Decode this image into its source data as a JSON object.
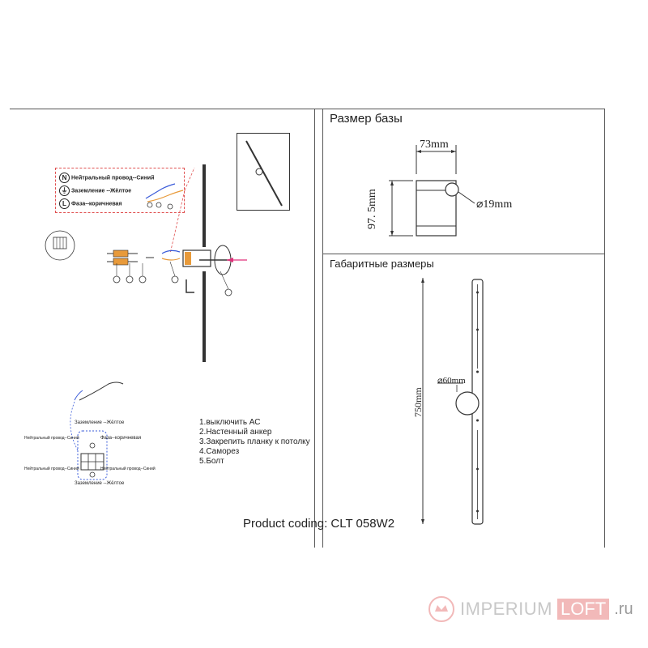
{
  "base_section": {
    "title": "Размер базы",
    "width_label": "73mm",
    "height_label": "97. 5mm",
    "diameter_label": "⌀19mm"
  },
  "overall_section": {
    "title": "Габаритные размеры",
    "length_label": "750mm",
    "diameter_label": "⌀60mm"
  },
  "wiring_legend": {
    "neutral": {
      "symbol": "N",
      "text": "Нейтральный провод--Синий"
    },
    "ground": {
      "symbol": "⏚",
      "text": "Заземление --Жёлтое"
    },
    "phase": {
      "symbol": "L",
      "text": "Фаза--коричневая"
    }
  },
  "terminal_labels": {
    "ground_top": "Заземление --Жёлтое",
    "neutral_left": "Нейтральный провод--Синий",
    "phase_right": "Фаза--коричневая",
    "neutral_left_2": "Нейтральный провод--Синий",
    "neutral_right": "Нейтральный провод--Синий",
    "ground_bottom": "Заземление --Жёлтое"
  },
  "instructions": [
    "1.выключить АС",
    "2.Настенный   анкер",
    "3.Закрепить планку  к  потолку",
    "4.Саморез",
    "5.Болт"
  ],
  "product_coding": "Product coding: CLT 058W2",
  "watermark": {
    "word": "IMPERIUM",
    "loft": "LOFT",
    "domain": ".ru"
  },
  "colors": {
    "line": "#333333",
    "accent_red": "#e05050",
    "accent_magenta": "#e0307a",
    "wire_blue": "#3a5bd9",
    "wire_orange": "#e89a3a"
  }
}
